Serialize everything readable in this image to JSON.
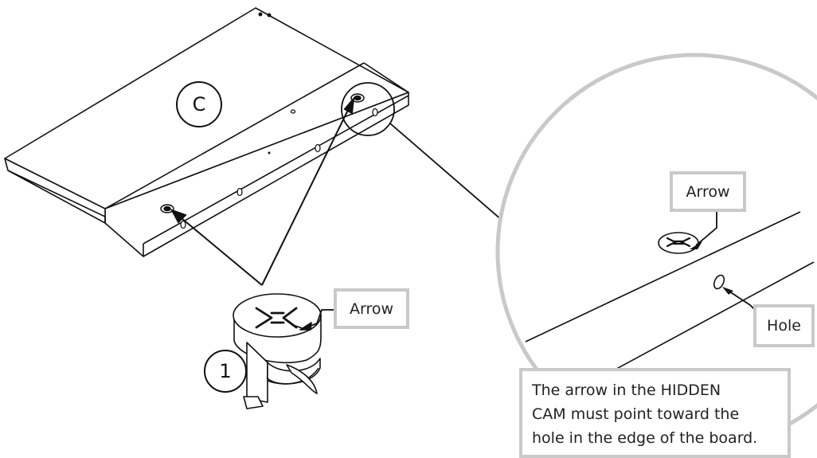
{
  "part_letter": "C",
  "step_number": "1",
  "labels": {
    "arrow_cam": "Arrow",
    "arrow_zoom": "Arrow",
    "hole": "Hole"
  },
  "note": {
    "lines": [
      "The arrow in the HIDDEN",
      "CAM must point toward the",
      "hole in the edge of the board."
    ]
  },
  "colors": {
    "line": "#111111",
    "callout_gray": "#c9c9c9"
  }
}
